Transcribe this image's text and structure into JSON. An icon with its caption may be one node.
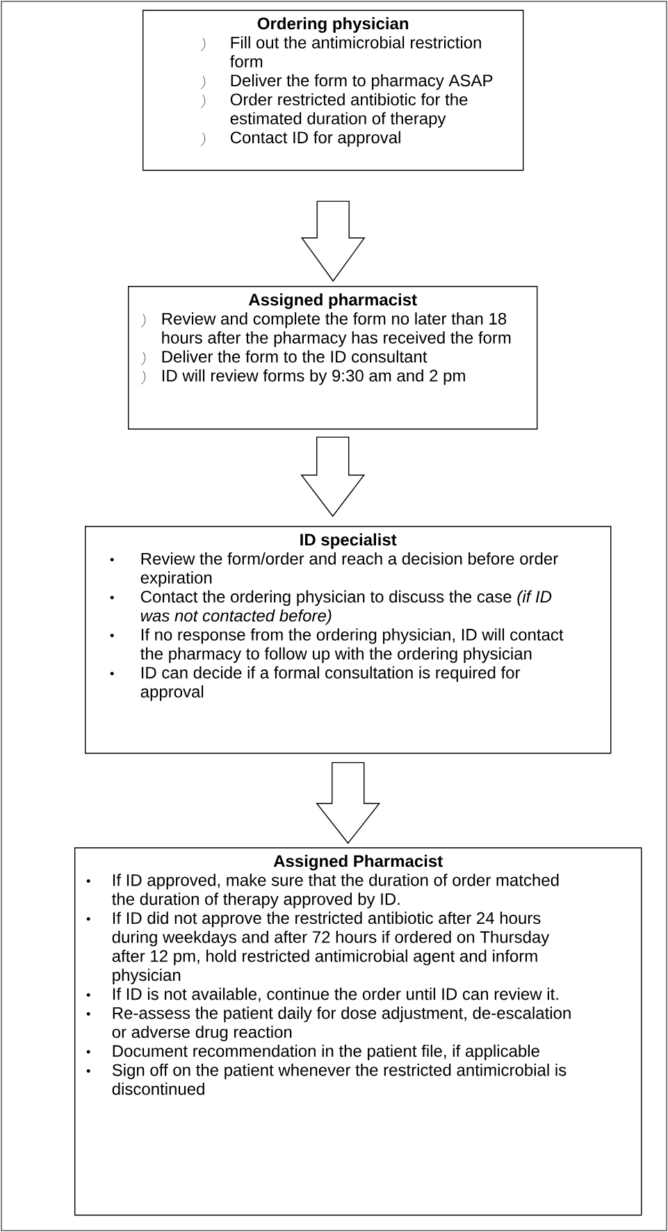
{
  "diagram": {
    "nodes": [
      {
        "text": [
          "Ordering physician",
          "Fill out the antimicrobial restriction form",
          "Deliver the form to pharmacy ASAP",
          "Order restricted antibiotic for the estimated duration of therapy",
          "Contact ID for approval"
        ]
      },
      {
        "text": [
          "Assigned pharmacist",
          "Review and complete the form no later than 18 hours after the pharmacy has received the form",
          "Deliver the form to the ID consultant",
          "ID will review forms by 9:30 am and 2 pm"
        ]
      },
      {
        "text": [
          "ID specialist",
          "Review the form/order and reach a decision before order expiration",
          "Contact the ordering physician to discuss the case *(if ID was not contacted before)*",
          "If no response from the ordering physician, ID will contact the pharmacy to follow up with the ordering physician",
          "ID can decide if a formal consultation is required for approval"
        ]
      },
      {
        "text": [
          "Assigned Pharmacist",
          "If ID approved, make sure that the duration of order matched the duration of therapy approved by ID.",
          "If ID did not approve the restricted antibiotic after 24 hours during weekdays and after 72 hours if ordered on Thursday after 12 pm, hold restricted antimicrobial agent and inform physician",
          "If ID is not available, continue the order until ID can review it.",
          "Re-assess the patient daily for dose adjustment, de-escalation or adverse drug reaction",
          "Document recommendation in the patient file, if applicable",
          "Sign off on the patient whenever the restricted antimicrobial is discontinued"
        ]
      }
    ],
    "edges": [
      {
        "from": 0,
        "to": 1,
        "arrow": "to"
      },
      {
        "from": 1,
        "to": 2,
        "arrow": "to"
      },
      {
        "from": 2,
        "to": 3,
        "arrow": "to"
      }
    ]
  }
}
